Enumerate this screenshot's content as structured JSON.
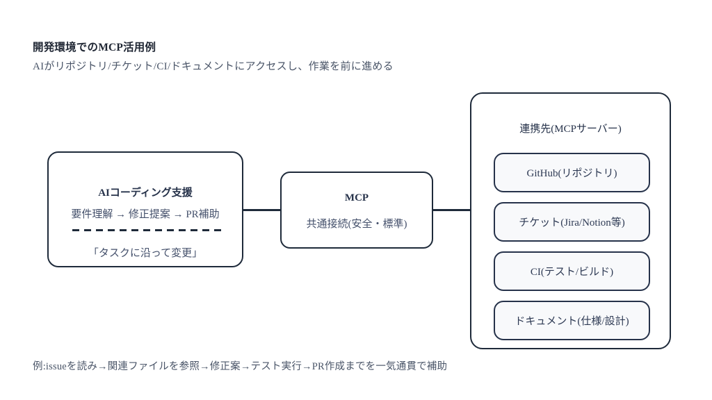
{
  "page": {
    "title": "開発環境でのMCP活用例",
    "subtitle": "AIがリポジトリ/チケット/CI/ドキュメントにアクセスし、作業を前に進める",
    "caption": "例:issueを読み→関連ファイルを参照→修正案→テスト実行→PR作成までを一気通貫で補助"
  },
  "diagram": {
    "ai_box": {
      "title": "AIコーディング支援",
      "flow": "要件理解 → 修正提案 → PR補助",
      "quote": "「タスクに沿って変更」"
    },
    "mcp_box": {
      "title": "MCP",
      "subtitle": "共通接続(安全・標準)"
    },
    "servers_box": {
      "title": "連携先(MCPサーバー)",
      "items": [
        {
          "label": "GitHub(リポジトリ)"
        },
        {
          "label": "チケット(Jira/Notion等)"
        },
        {
          "label": "CI(テスト/ビルド)"
        },
        {
          "label": "ドキュメント(仕様/設計)"
        }
      ]
    }
  },
  "colors": {
    "border": "#1e2a3a",
    "title_text": "#1f2633",
    "body_text": "#44506b",
    "muted_text": "#4a5568",
    "server_item_bg": "#f8f9fb"
  }
}
